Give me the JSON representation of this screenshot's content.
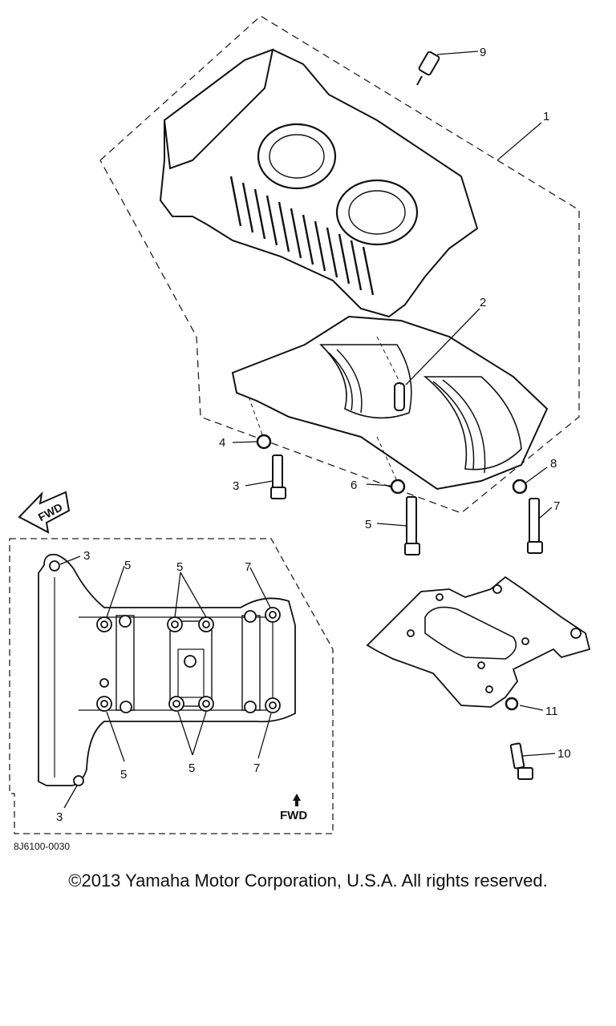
{
  "callouts": {
    "c1": "1",
    "c2": "2",
    "c3a": "3",
    "c3b": "3",
    "c3c": "3",
    "c4": "4",
    "c5a": "5",
    "c5b": "5",
    "c5c": "5",
    "c5d": "5",
    "c5e": "5",
    "c6": "6",
    "c7a": "7",
    "c7b": "7",
    "c7c": "7",
    "c8": "8",
    "c9": "9",
    "c10": "10",
    "c11": "11"
  },
  "fwd_labels": {
    "arrow_label": "FWD",
    "inset_label": "FWD"
  },
  "diagram_code": "8J6100-0030",
  "copyright": "©2013 Yamaha Motor Corporation, U.S.A. All rights reserved."
}
